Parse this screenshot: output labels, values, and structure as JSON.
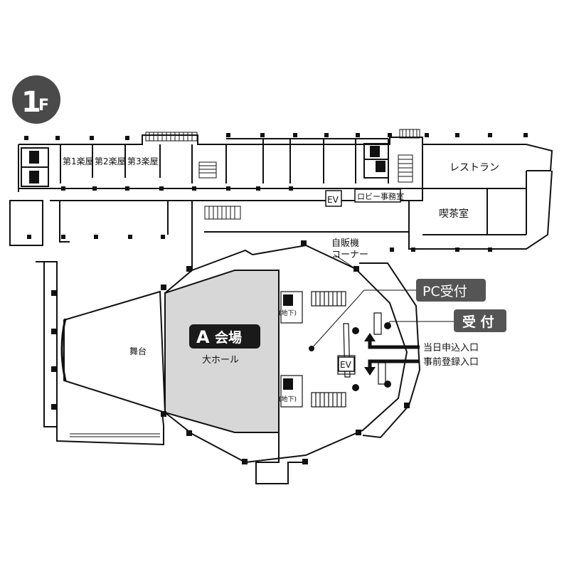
{
  "floor_badge": {
    "number": "1",
    "letter": "F",
    "color": "#4a4a4a"
  },
  "rooms": {
    "gakuya1": "第1楽屋",
    "gakuya2": "第2楽屋",
    "gakuya3": "第3楽屋",
    "restaurant": "レストラン",
    "ev_top": "EV",
    "lobby_office": "ロビー事務室",
    "cafe": "喫茶室",
    "vending_line1": "自販機",
    "vending_line2": "コーナー",
    "stage": "舞台",
    "hall_name": "大ホール",
    "basement_1": "(地下)",
    "basement_2": "(地下)",
    "ev_center": "EV"
  },
  "venue_label": {
    "letter": "A",
    "text": "会場"
  },
  "callouts": {
    "pc_reception": "PC受付",
    "reception": "受 付"
  },
  "entrances": {
    "same_day": "当日申込入口",
    "pre_registered": "事前登録入口"
  },
  "colors": {
    "hall_fill": "#d7d7d7",
    "callout_fill": "#555555",
    "venue_label_fill": "#1a1a1a",
    "wall": "#111111"
  }
}
